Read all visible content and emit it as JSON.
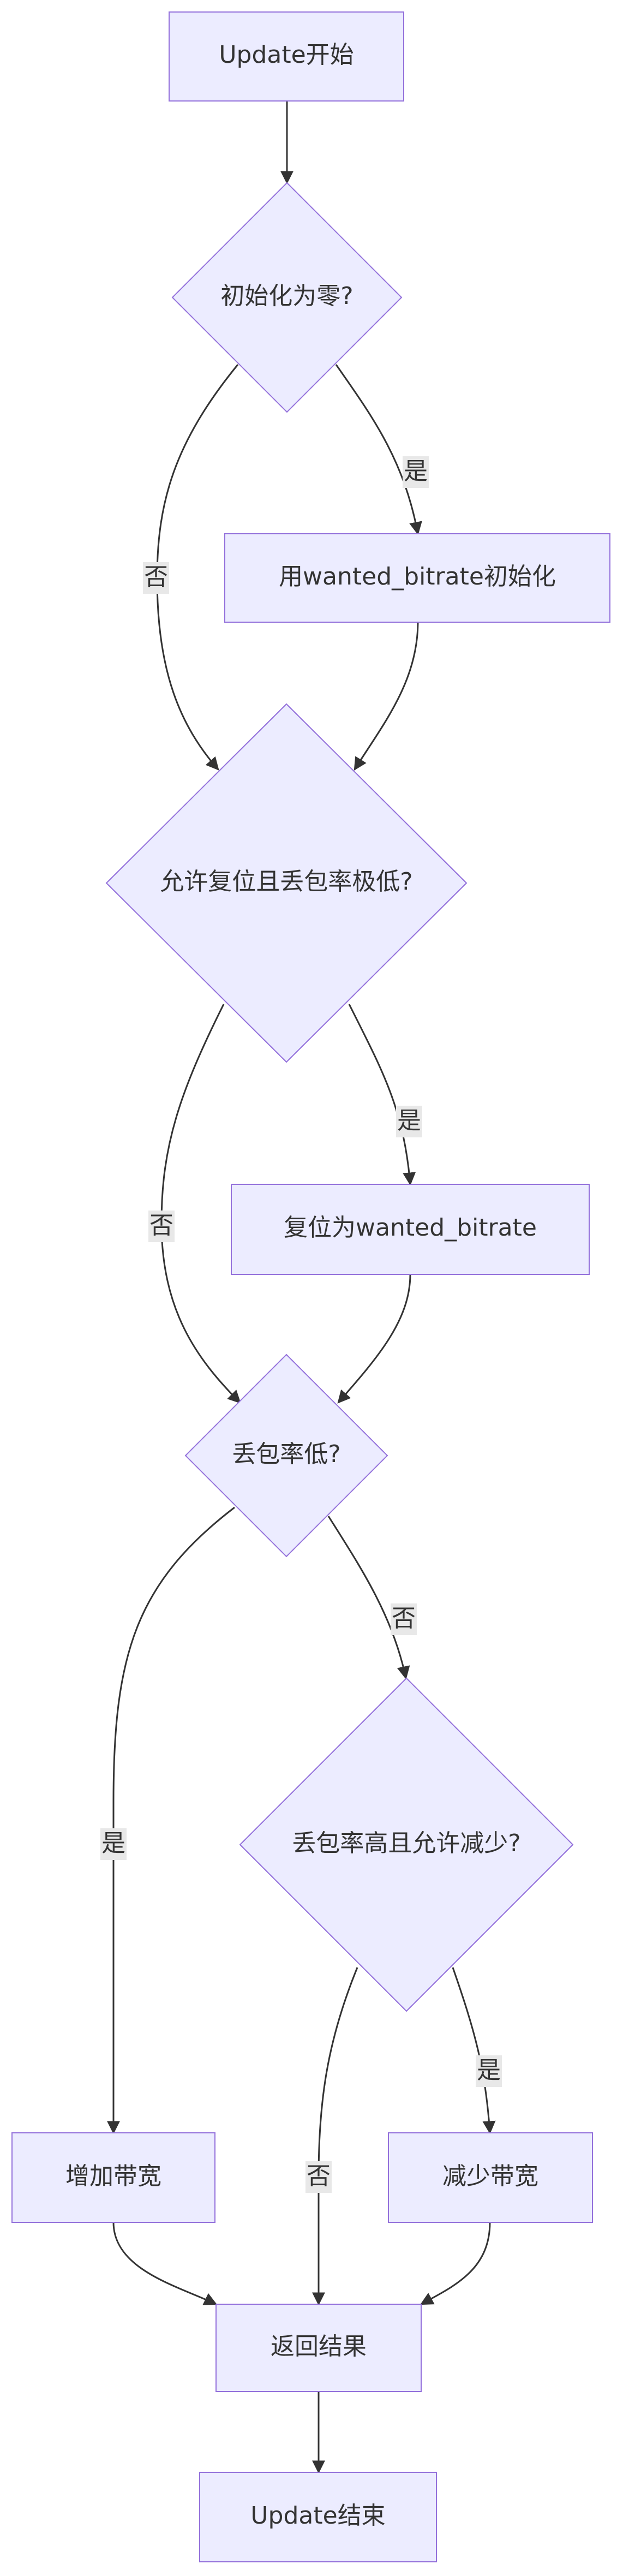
{
  "nodes": {
    "start": "Update开始",
    "init_zero_q": "初始化为零?",
    "init_wanted": "用wanted_bitrate初始化",
    "reset_allowed_q": "允许复位且丢包率极低?",
    "reset_wanted": "复位为wanted_bitrate",
    "loss_low_q": "丢包率低?",
    "loss_high_q": "丢包率高且允许减少?",
    "increase": "增加带宽",
    "decrease": "减少带宽",
    "return_result": "返回结果",
    "end": "Update结束"
  },
  "edges": {
    "init_zero_no": "否",
    "init_zero_yes": "是",
    "reset_no": "否",
    "reset_yes": "是",
    "loss_low_yes": "是",
    "loss_low_no": "否",
    "loss_high_no": "否",
    "loss_high_yes": "是"
  },
  "colors": {
    "node_fill": "#ececff",
    "node_stroke": "#9370db",
    "edge": "#333333",
    "label_bg": "#e8e8e8"
  }
}
